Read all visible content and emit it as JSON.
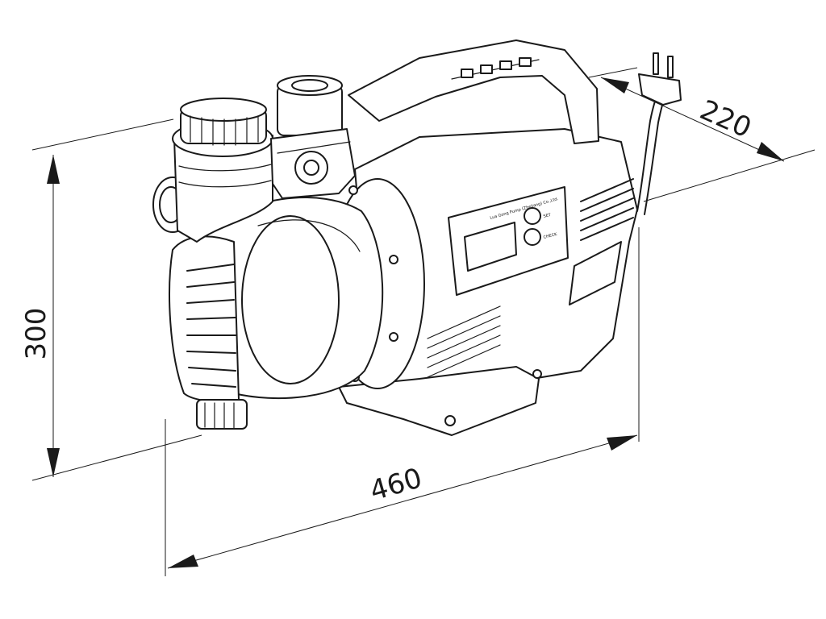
{
  "dimensions": {
    "height": "300",
    "length": "460",
    "depth": "220"
  },
  "control_panel": {
    "brand_text": "Lua Gong Pump (ZheJiang) Co.,Ltd.",
    "button_top_label": "SET",
    "button_bottom_label": "CHECK"
  },
  "colors": {
    "line": "#1a1a1a",
    "background": "#ffffff"
  }
}
